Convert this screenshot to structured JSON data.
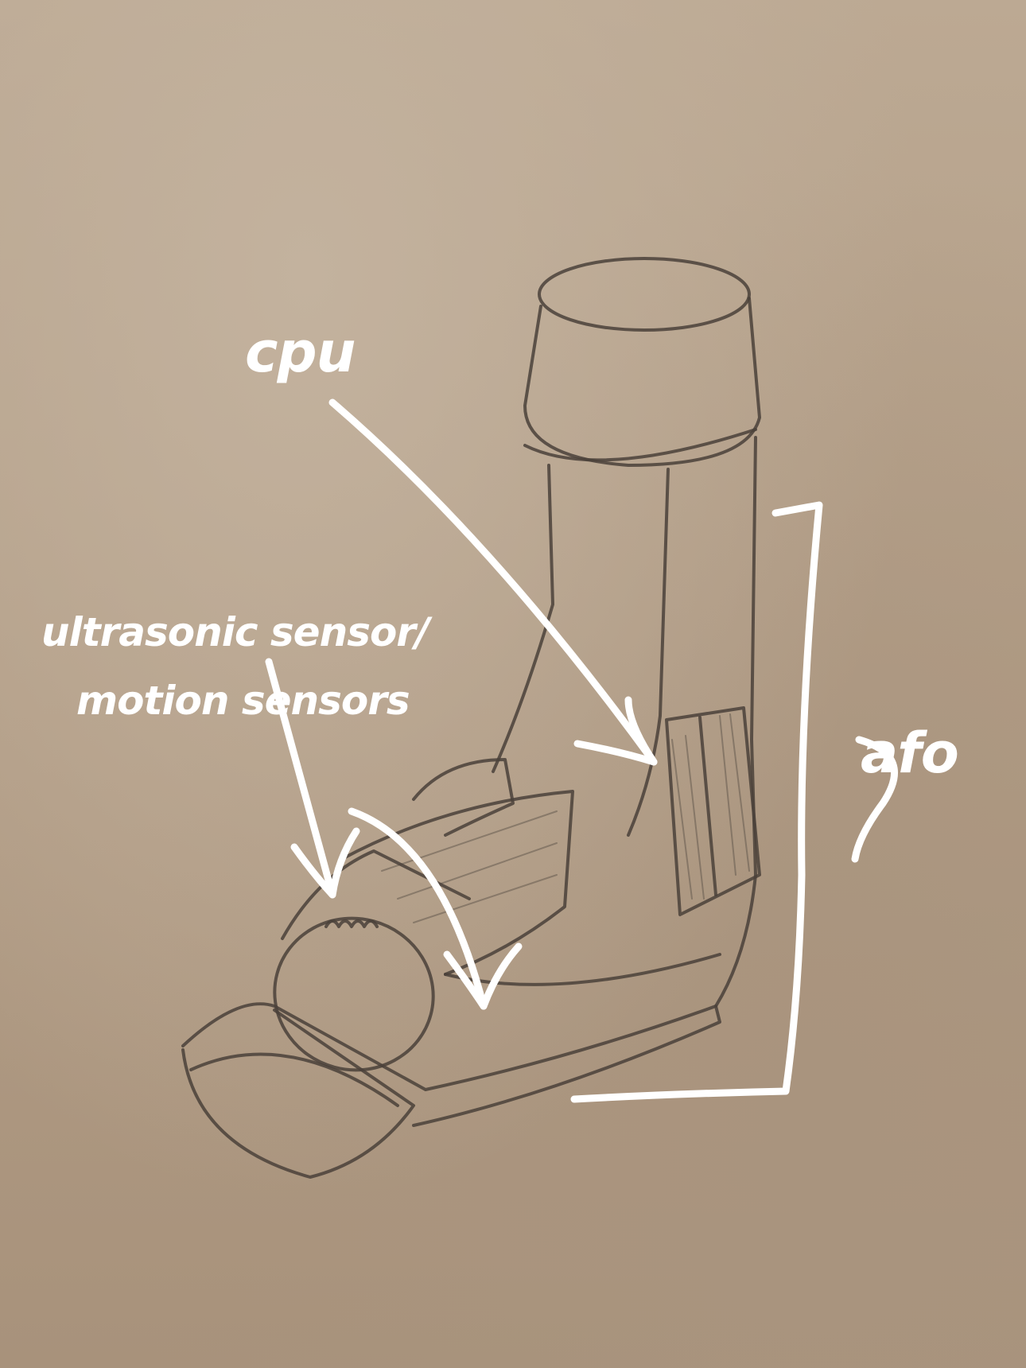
{
  "labels": {
    "cpu": "cpu",
    "ultrasonic_line1": "ultrasonic sensor/",
    "ultrasonic_line2": "motion sensors",
    "afo": "afo"
  },
  "colors": {
    "paper": "#b39f89",
    "pencil": "#4a4139",
    "marker": "#ffffff"
  }
}
